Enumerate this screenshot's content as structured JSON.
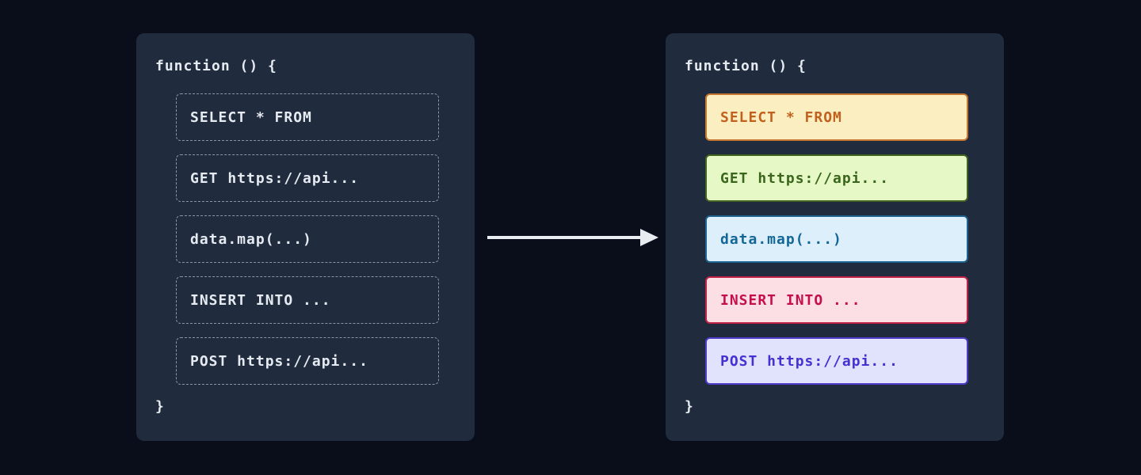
{
  "diagram": {
    "colors": {
      "page_bg": "#0a0e1a",
      "panel_bg": "#202b3d",
      "code_text": "#e6eaf1",
      "dashed_border": "#8a95a5",
      "arrow": "#e9ecf1"
    },
    "before_panel": {
      "function_open": "function () {",
      "function_close": "}",
      "items": [
        {
          "label": "SELECT * FROM"
        },
        {
          "label": "GET https://api..."
        },
        {
          "label": "data.map(...)"
        },
        {
          "label": "INSERT INTO ..."
        },
        {
          "label": "POST https://api..."
        }
      ]
    },
    "after_panel": {
      "function_open": "function () {",
      "function_close": "}",
      "items": [
        {
          "label": "SELECT * FROM",
          "bg": "#fbeec0",
          "border": "#c4762f",
          "text": "#c2611f"
        },
        {
          "label": "GET https://api...",
          "bg": "#e5f8c6",
          "border": "#40631f",
          "text": "#3a661c"
        },
        {
          "label": "data.map(...)",
          "bg": "#ddeffb",
          "border": "#1d628f",
          "text": "#136796"
        },
        {
          "label": "INSERT INTO ...",
          "bg": "#fcdfe4",
          "border": "#c01f46",
          "text": "#c50f4c"
        },
        {
          "label": "POST https://api...",
          "bg": "#e1e2fb",
          "border": "#4d3bc8",
          "text": "#4531d1"
        }
      ]
    }
  }
}
